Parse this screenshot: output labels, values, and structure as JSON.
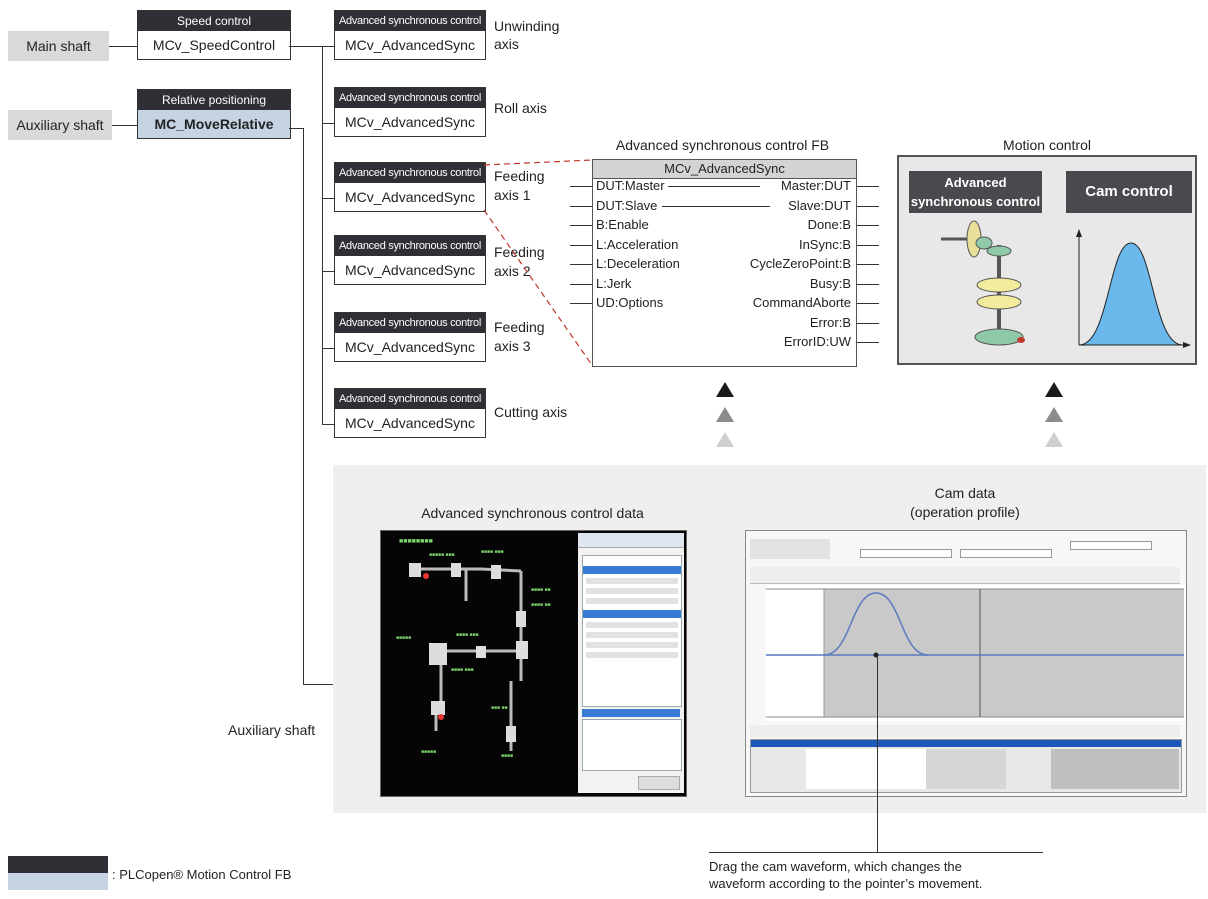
{
  "main_shaft": "Main shaft",
  "auxiliary_shaft": "Auxiliary shaft",
  "auxiliary_shaft_note": "Auxiliary shaft",
  "speed_fb": {
    "header": "Speed control",
    "name": "MCv_SpeedControl"
  },
  "relative_fb": {
    "header": "Relative positioning",
    "name": "MC_MoveRelative"
  },
  "sync_blocks": [
    {
      "header": "Advanced synchronous control",
      "name": "MCv_AdvancedSync",
      "axis": "Unwinding axis"
    },
    {
      "header": "Advanced synchronous control",
      "name": "MCv_AdvancedSync",
      "axis": "Roll axis"
    },
    {
      "header": "Advanced synchronous control",
      "name": "MCv_AdvancedSync",
      "axis": "Feeding axis 1"
    },
    {
      "header": "Advanced synchronous control",
      "name": "MCv_AdvancedSync",
      "axis": "Feeding axis 2"
    },
    {
      "header": "Advanced synchronous control",
      "name": "MCv_AdvancedSync",
      "axis": "Feeding axis 3"
    },
    {
      "header": "Advanced synchronous control",
      "name": "MCv_AdvancedSync",
      "axis": "Cutting axis"
    }
  ],
  "fb_detail": {
    "title": "Advanced synchronous control FB",
    "name": "MCv_AdvancedSync",
    "inputs": [
      "DUT:Master",
      "DUT:Slave",
      "B:Enable",
      "L:Acceleration",
      "L:Deceleration",
      "L:Jerk",
      "UD:Options"
    ],
    "outputs": [
      "Master:DUT",
      "Slave:DUT",
      "Done:B",
      "InSync:B",
      "CycleZeroPoint:B",
      "Busy:B",
      "CommandAborte",
      "Error:B",
      "ErrorID:UW"
    ]
  },
  "motion_control": {
    "title": "Motion control",
    "advanced_label": "Advanced synchronous control",
    "cam_label": "Cam control"
  },
  "sync_data_title": "Advanced synchronous control data",
  "cam_data_title_1": "Cam data",
  "cam_data_title_2": "(operation profile)",
  "drag_note_1": "Drag the cam waveform, which changes the",
  "drag_note_2": "waveform according to the pointer’s movement.",
  "legend_text": ": PLCopen® Motion Control  FB",
  "colors": {
    "header_dark": "#2f2f35",
    "plc_body": "#c5d3e3",
    "cam_fill": "#6ab8ec",
    "panel": "#efefef"
  }
}
